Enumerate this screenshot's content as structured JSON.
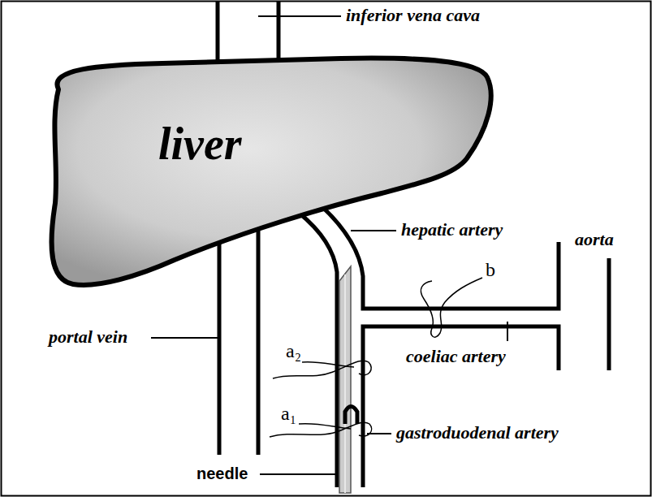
{
  "diagram": {
    "nodes": [
      {
        "text": [
          "liver"
        ]
      }
    ],
    "labels": [
      "inferior vena cava",
      "hepatic artery",
      "aorta",
      "b",
      "portal vein",
      "a₂",
      "coeliac artery",
      "a₁",
      "gastroduodenal artery",
      "needle"
    ]
  }
}
